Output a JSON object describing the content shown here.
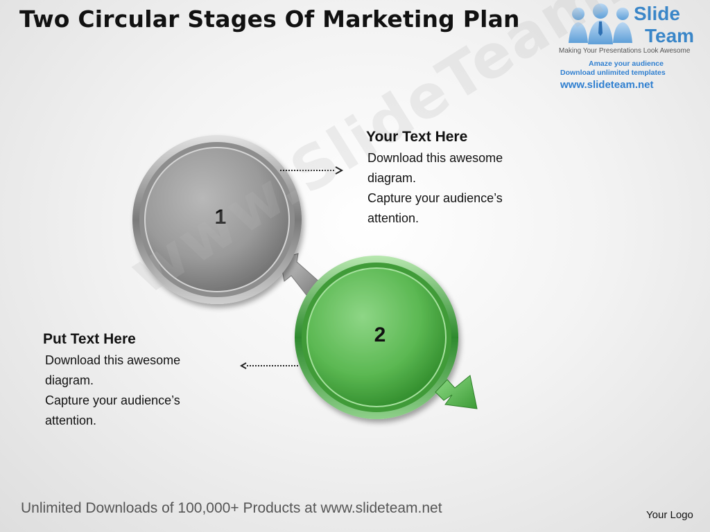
{
  "title": "Two Circular Stages Of Marketing Plan",
  "logo": {
    "brand_line1": "Slide",
    "brand_line2": "Team",
    "tagline": "Making Your Presentations Look Awesome",
    "promo_line1": "Amaze your audience",
    "promo_line2": "Download unlimited templates",
    "url": "www.slideteam.net"
  },
  "watermark": "www.SlideTeam.net",
  "stages": [
    {
      "number": "1",
      "color": "#808080"
    },
    {
      "number": "2",
      "color": "#3a9a3a"
    }
  ],
  "text_blocks": [
    {
      "heading": "Your Text Here",
      "lines": [
        "Download this awesome",
        "diagram.",
        "Capture your audience’s",
        "attention."
      ]
    },
    {
      "heading": "Put Text Here",
      "lines": [
        "Download this awesome",
        "diagram.",
        "Capture your audience’s",
        "attention."
      ]
    }
  ],
  "footer": "Unlimited Downloads of 100,000+ Products at www.slideteam.net",
  "your_logo": "Your Logo"
}
